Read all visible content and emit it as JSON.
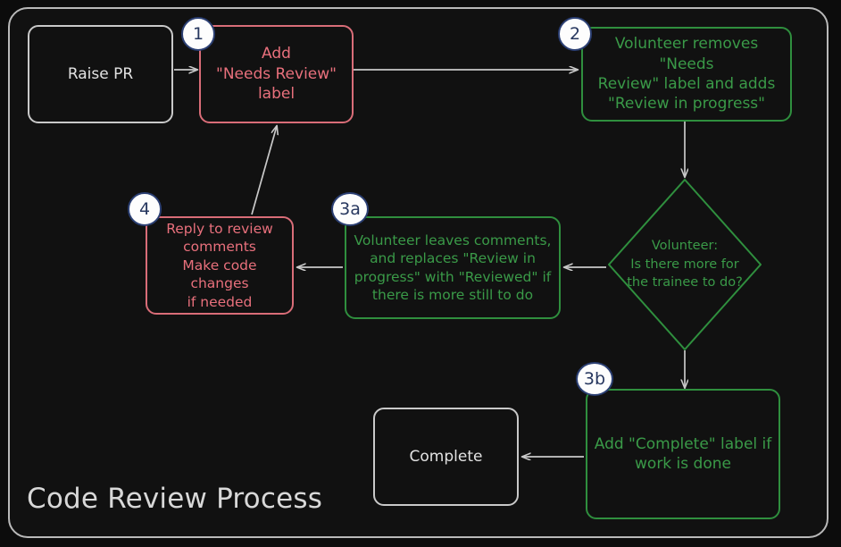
{
  "diagram": {
    "title": "Code Review Process",
    "type": "flowchart",
    "colors": {
      "background": "#0c0c0c",
      "frame_border": "#b9b9b9",
      "plain": "#c9c9c9",
      "red": "#e8707c",
      "green": "#3a9a48",
      "edge": "#c9c9c9",
      "badge_fill": "#fdfdfd",
      "badge_border": "#2b3f73",
      "badge_text": "#27375f"
    },
    "nodes": [
      {
        "id": "raise-pr",
        "label": "Raise PR",
        "style": "plain",
        "shape": "rounded-rect",
        "badge": null
      },
      {
        "id": "add-label",
        "label": "Add\n\"Needs Review\"\nlabel",
        "style": "red",
        "shape": "rounded-rect",
        "badge": "1"
      },
      {
        "id": "volunteer-review",
        "label": "Volunteer removes \"Needs\nReview\" label and adds\n\"Review in progress\"",
        "style": "green",
        "shape": "rounded-rect",
        "badge": "2"
      },
      {
        "id": "decision",
        "label": "Volunteer:\nIs there more for\nthe trainee to do?",
        "style": "green",
        "shape": "diamond",
        "badge": null
      },
      {
        "id": "leaves-comments",
        "label": "Volunteer leaves comments,\nand replaces \"Review in\nprogress\" with \"Reviewed\" if\nthere is more still to do",
        "style": "green",
        "shape": "rounded-rect",
        "badge": "3a"
      },
      {
        "id": "reply-comments",
        "label": "Reply to review\ncomments\nMake code changes\nif needed",
        "style": "red",
        "shape": "rounded-rect",
        "badge": "4"
      },
      {
        "id": "add-complete",
        "label": "Add \"Complete\" label if\nwork is done",
        "style": "green",
        "shape": "rounded-rect",
        "badge": "3b"
      },
      {
        "id": "complete",
        "label": "Complete",
        "style": "plain",
        "shape": "rounded-rect",
        "badge": null
      }
    ],
    "edges": [
      {
        "from": "raise-pr",
        "to": "add-label"
      },
      {
        "from": "add-label",
        "to": "volunteer-review"
      },
      {
        "from": "volunteer-review",
        "to": "decision"
      },
      {
        "from": "decision",
        "to": "leaves-comments"
      },
      {
        "from": "leaves-comments",
        "to": "reply-comments"
      },
      {
        "from": "reply-comments",
        "to": "add-label"
      },
      {
        "from": "decision",
        "to": "add-complete"
      },
      {
        "from": "add-complete",
        "to": "complete"
      }
    ]
  }
}
